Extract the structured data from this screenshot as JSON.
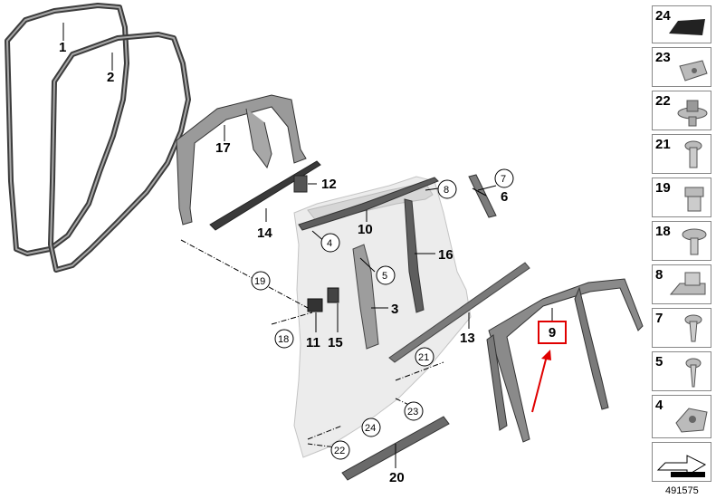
{
  "callouts": {
    "c1": "1",
    "c2": "2",
    "c3": "3",
    "c4": "4",
    "c5": "5",
    "c6": "6",
    "c7": "7",
    "c8": "8",
    "c10": "10",
    "c11": "11",
    "c12": "12",
    "c13": "13",
    "c14": "14",
    "c15": "15",
    "c16": "16",
    "c17": "17",
    "c18": "18",
    "c19": "19",
    "c20": "20",
    "c21": "21",
    "c22": "22",
    "c23": "23",
    "c24": "24"
  },
  "highlight": {
    "label": "9",
    "color": "#e00000"
  },
  "side_panel": [
    {
      "num": "24",
      "icon": "pad-icon"
    },
    {
      "num": "23",
      "icon": "clip-nut-icon"
    },
    {
      "num": "22",
      "icon": "push-rivet-icon"
    },
    {
      "num": "21",
      "icon": "screw-icon"
    },
    {
      "num": "19",
      "icon": "expanding-nut-icon"
    },
    {
      "num": "18",
      "icon": "flange-screw-icon"
    },
    {
      "num": "8",
      "icon": "bracket-icon"
    },
    {
      "num": "7",
      "icon": "self-tapping-screw-icon"
    },
    {
      "num": "5",
      "icon": "tapping-screw-icon"
    },
    {
      "num": "4",
      "icon": "clamp-nut-icon"
    }
  ],
  "reference": "491575"
}
